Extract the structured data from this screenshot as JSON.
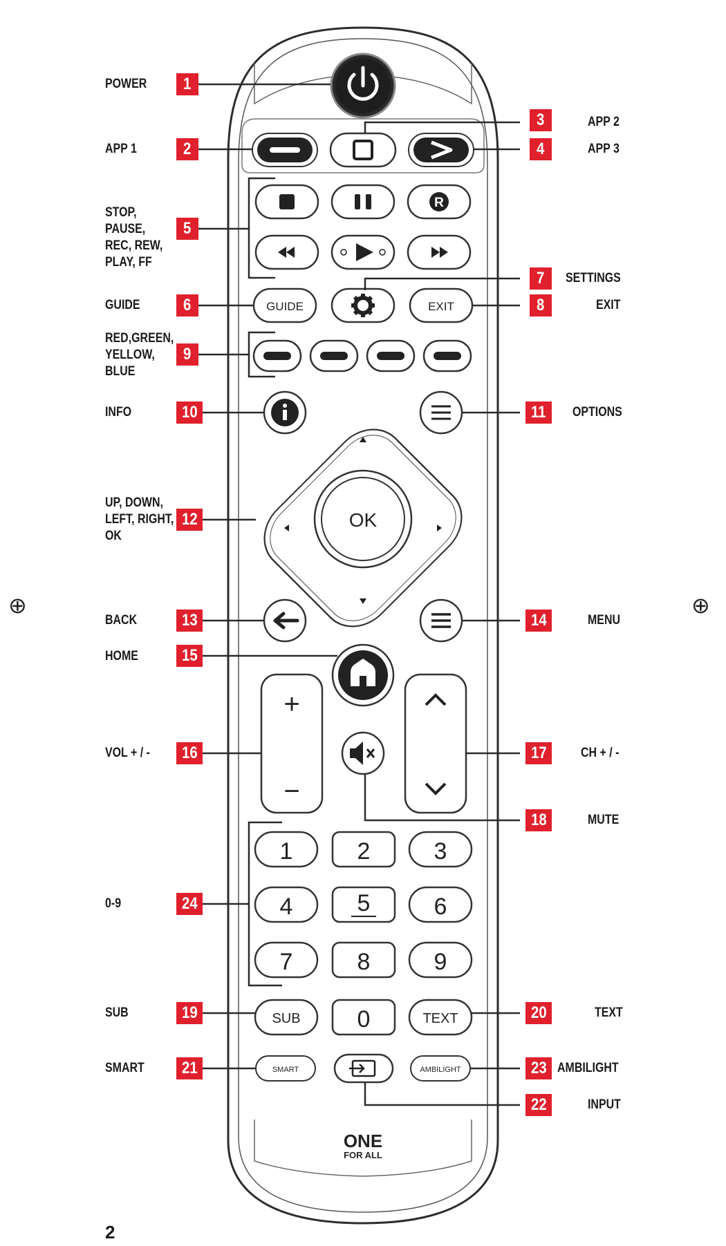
{
  "page_number": "2",
  "brand": {
    "line1": "ONE",
    "line2": "FOR ALL"
  },
  "keys": {
    "guide": "GUIDE",
    "exit": "EXIT",
    "ok": "OK",
    "sub": "SUB",
    "text": "TEXT",
    "smart": "SMART",
    "ambilight": "AMBILIGHT",
    "digits": [
      "1",
      "2",
      "3",
      "4",
      "5",
      "6",
      "7",
      "8",
      "9",
      "0"
    ],
    "vol_plus": "+",
    "vol_minus": "−",
    "rec": "R"
  },
  "callouts": [
    {
      "num": "1",
      "label": [
        "POWER"
      ]
    },
    {
      "num": "2",
      "label": [
        "APP 1"
      ]
    },
    {
      "num": "3",
      "label": [
        "APP 2"
      ]
    },
    {
      "num": "4",
      "label": [
        "APP 3"
      ]
    },
    {
      "num": "5",
      "label": [
        "STOP,",
        "PAUSE,",
        "REC, REW,",
        "PLAY, FF"
      ]
    },
    {
      "num": "6",
      "label": [
        "GUIDE"
      ]
    },
    {
      "num": "7",
      "label": [
        "SETTINGS"
      ]
    },
    {
      "num": "8",
      "label": [
        "EXIT"
      ]
    },
    {
      "num": "9",
      "label": [
        "RED,GREEN,",
        "YELLOW,",
        "BLUE"
      ]
    },
    {
      "num": "10",
      "label": [
        "INFO"
      ]
    },
    {
      "num": "11",
      "label": [
        "OPTIONS"
      ]
    },
    {
      "num": "12",
      "label": [
        "UP, DOWN,",
        "LEFT, RIGHT,",
        "OK"
      ]
    },
    {
      "num": "13",
      "label": [
        "BACK"
      ]
    },
    {
      "num": "14",
      "label": [
        "MENU"
      ]
    },
    {
      "num": "15",
      "label": [
        "HOME"
      ]
    },
    {
      "num": "16",
      "label": [
        "VOL + / -"
      ]
    },
    {
      "num": "17",
      "label": [
        "CH + / -"
      ]
    },
    {
      "num": "18",
      "label": [
        "MUTE"
      ]
    },
    {
      "num": "19",
      "label": [
        "SUB"
      ]
    },
    {
      "num": "20",
      "label": [
        "TEXT"
      ]
    },
    {
      "num": "21",
      "label": [
        "SMART"
      ]
    },
    {
      "num": "22",
      "label": [
        "INPUT"
      ]
    },
    {
      "num": "23",
      "label": [
        "AMBILIGHT"
      ]
    },
    {
      "num": "24",
      "label": [
        "0-9"
      ]
    }
  ],
  "colors": {
    "badge": "#e0202c",
    "ink": "#1a1a1a",
    "outline": "#3a3a3a"
  }
}
